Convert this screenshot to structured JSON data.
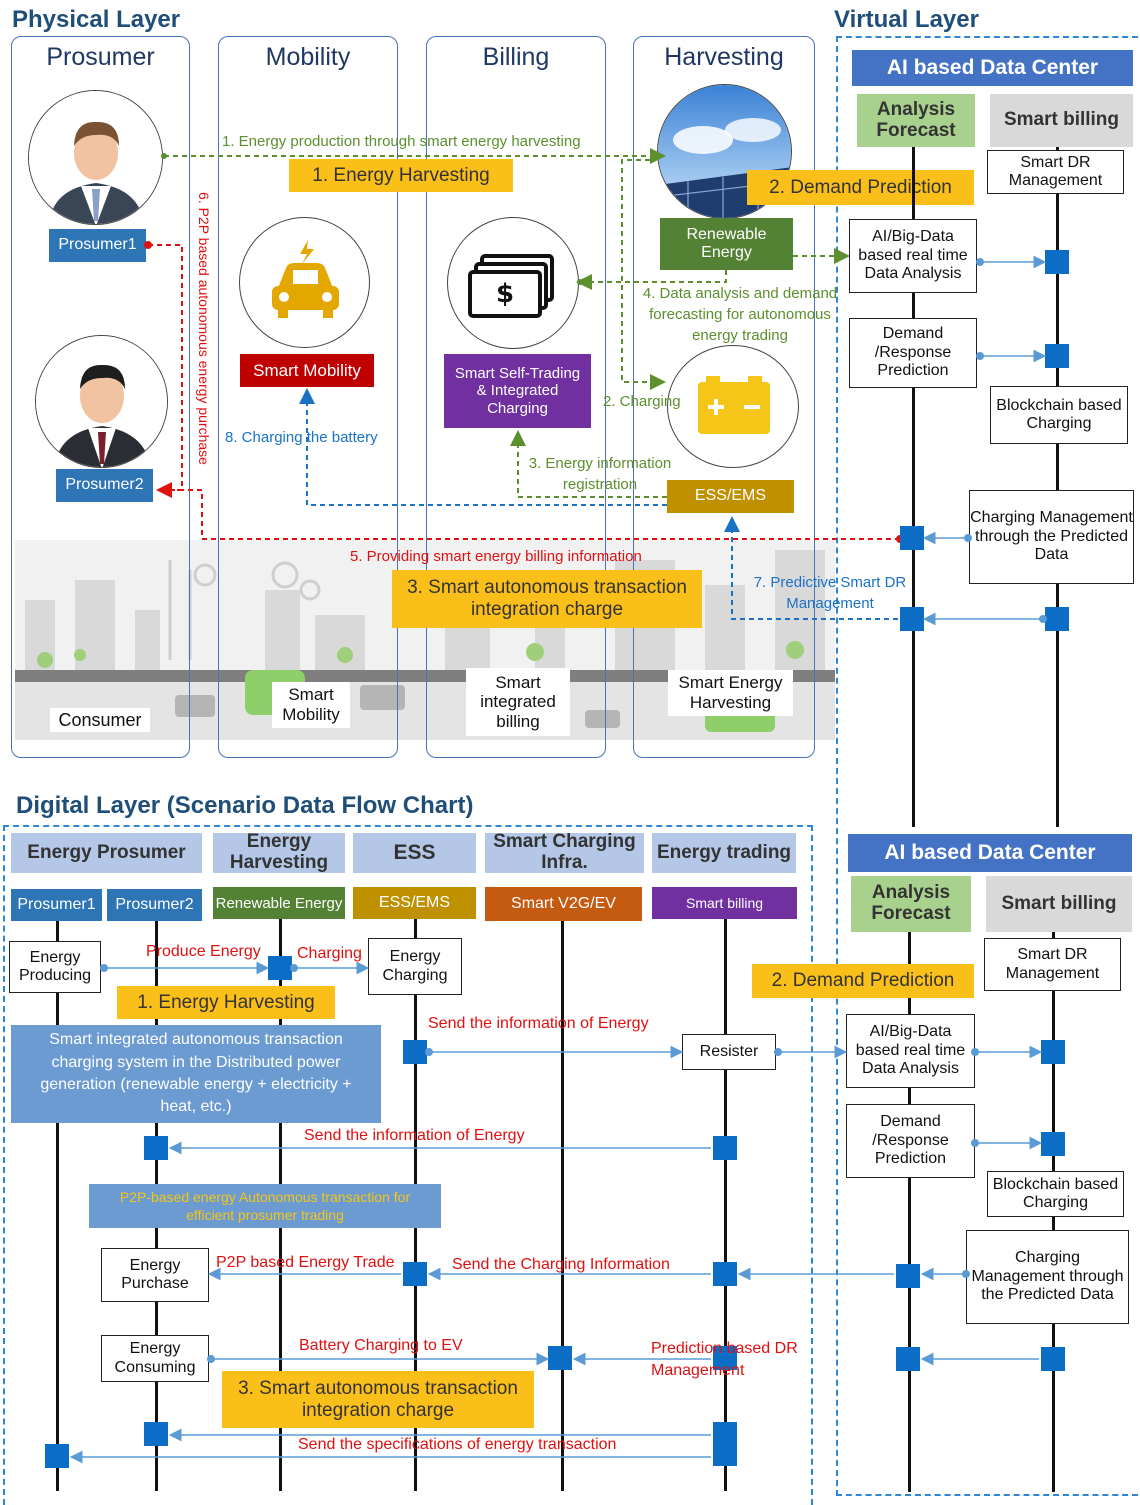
{
  "sections": {
    "physical": "Physical Layer",
    "virtual": "Virtual Layer",
    "digital": "Digital Layer (Scenario Data Flow Chart)"
  },
  "columns": [
    "Prosumer",
    "Mobility",
    "Billing",
    "Harvesting"
  ],
  "physical": {
    "prosumer1": "Prosumer1",
    "prosumer2": "Prosumer2",
    "smart_mobility": "Smart Mobility",
    "smart_self_trading": "Smart Self-Trading & Integrated Charging",
    "renewable_energy": "Renewable Energy",
    "ess_ems": "ESS/EMS",
    "energy_harvesting_tag": "1. Energy Harvesting",
    "demand_prediction_tag": "2. Demand Prediction",
    "smart_autonomous_tag": "3. Smart autonomous transaction integration charge",
    "flow1": "1. Energy production through smart energy harvesting",
    "flow2": "2. Charging",
    "flow3": "3. Energy information registration",
    "flow4": "4. Data analysis and demand forecasting for autonomous energy trading",
    "flow5": "5. Providing smart energy billing information",
    "flow6": "6. P2P based autonomous energy purchase",
    "flow7": "7. Predictive Smart DR Management",
    "flow8": "8. Charging the battery",
    "city_consumer": "Consumer",
    "city_mobility": "Smart Mobility",
    "city_billing": "Smart integrated billing",
    "city_harvesting": "Smart Energy Harvesting"
  },
  "virtual": {
    "ai_center": "AI based Data Center",
    "analysis_forecast": "Analysis Forecast",
    "smart_billing": "Smart billing",
    "smart_dr": "Smart DR Management",
    "ai_bigdata": "AI/Big-Data based real time Data Analysis",
    "demand_response": "Demand /Response Prediction",
    "blockchain": "Blockchain based Charging",
    "charging_mgmt": "Charging Management through the Predicted Data"
  },
  "digital": {
    "headers": [
      "Energy Prosumer",
      "Energy Harvesting",
      "ESS",
      "Smart Charging Infra.",
      "Energy trading"
    ],
    "lanes": [
      "Prosumer1",
      "Prosumer2",
      "Renewable Energy",
      "ESS/EMS",
      "Smart V2G/EV",
      "Smart billing"
    ],
    "energy_producing": "Energy Producing",
    "energy_charging": "Energy Charging",
    "resister": "Resister",
    "energy_purchase": "Energy Purchase",
    "energy_consuming": "Energy Consuming",
    "smart_integrated_system": "Smart integrated autonomous transaction charging system in the Distributed power generation (renewable energy + electricity + heat, etc.)",
    "p2p_box": "P2P-based energy Autonomous transaction for efficient prosumer trading",
    "energy_harvesting_tag": "1. Energy Harvesting",
    "demand_prediction_tag": "2. Demand Prediction",
    "smart_autonomous_tag": "3. Smart autonomous transaction integration charge",
    "msg_produce": "Produce Energy",
    "msg_charging": "Charging",
    "msg_send_info1": "Send the information of Energy",
    "msg_send_info2": "Send the information of Energy",
    "msg_p2p_trade": "P2P based Energy Trade",
    "msg_send_charging": "Send the Charging Information",
    "msg_battery_ev": "Battery Charging to EV",
    "msg_prediction_dr": "Prediction based DR Management",
    "msg_specs": "Send the specifications of energy transaction"
  },
  "colors": {
    "blue_box": "#2e75b6",
    "green_box": "#548235",
    "red_box": "#c00000",
    "purple_box": "#7030a0",
    "gold_box": "#bf9000",
    "yellow_tag": "#fbbf1a",
    "light_green": "#a9d18e",
    "light_gray": "#d9d9d9",
    "light_blue": "#b4c7e7",
    "orange_box": "#c55a11",
    "node_blue": "#0c6dc6"
  }
}
